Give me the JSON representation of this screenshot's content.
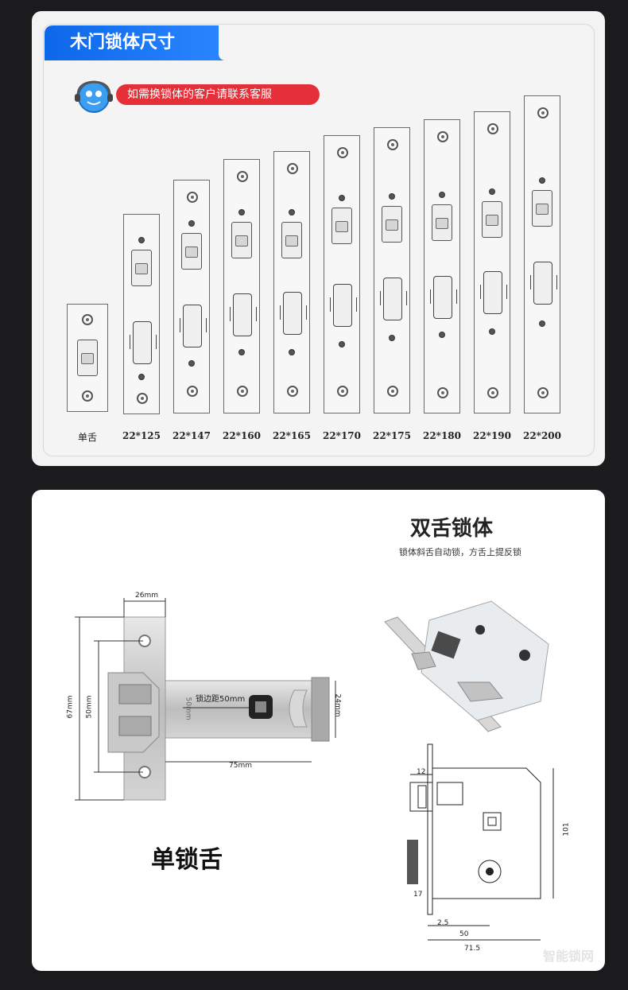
{
  "section1": {
    "title": "木门锁体尺寸",
    "notice": "如需换锁体的客户请联系客服",
    "sizes": [
      "单舌",
      "22*125",
      "22*147",
      "22*160",
      "22*165",
      "22*170",
      "22*175",
      "22*180",
      "22*190",
      "22*200"
    ]
  },
  "section2": {
    "heading": "双舌锁体",
    "subheading": "锁体斜舌自动锁，方舌上提反锁",
    "single_caption": "单锁舌",
    "single_dims": {
      "width": "26mm",
      "height": "67mm",
      "hole_spacing": "50mm",
      "depth": "75mm",
      "body": "24mm",
      "backset": "锁边距50mm",
      "backset_rotated": "50mm"
    },
    "double_dims": {
      "top": "12",
      "height": "101",
      "left": "17",
      "offset": "2.5",
      "backset": "50",
      "overall": "71.5"
    },
    "watermark": "智能锁网"
  }
}
